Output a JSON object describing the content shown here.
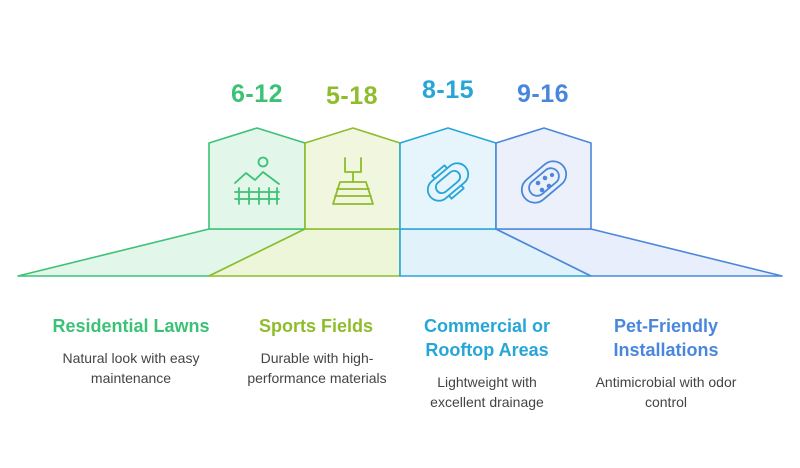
{
  "colors": {
    "green": "#3cc276",
    "lime": "#8ebc2b",
    "cyan": "#26a6d8",
    "blue": "#4a87dc"
  },
  "items": [
    {
      "number": "6-12",
      "title_lines": [
        "Residential Lawns"
      ],
      "desc_lines": [
        "Natural look with easy",
        "maintenance"
      ],
      "icon": "landscape-fence-icon",
      "color": "#3cc276"
    },
    {
      "number": "5-18",
      "title_lines": [
        "Sports Fields"
      ],
      "desc_lines": [
        "Durable with high-",
        "performance materials"
      ],
      "icon": "goalpost-field-icon",
      "color": "#8ebc2b"
    },
    {
      "number": "8-15",
      "title_lines": [
        "Commercial or",
        "Rooftop Areas"
      ],
      "desc_lines": [
        "Lightweight with",
        "excellent drainage"
      ],
      "icon": "drainage-pad-icon",
      "color": "#26a6d8"
    },
    {
      "number": "9-16",
      "title_lines": [
        "Pet-Friendly",
        "Installations"
      ],
      "desc_lines": [
        "Antimicrobial with odor",
        "control"
      ],
      "icon": "antimicrobial-pad-icon",
      "color": "#4a87dc"
    }
  ]
}
